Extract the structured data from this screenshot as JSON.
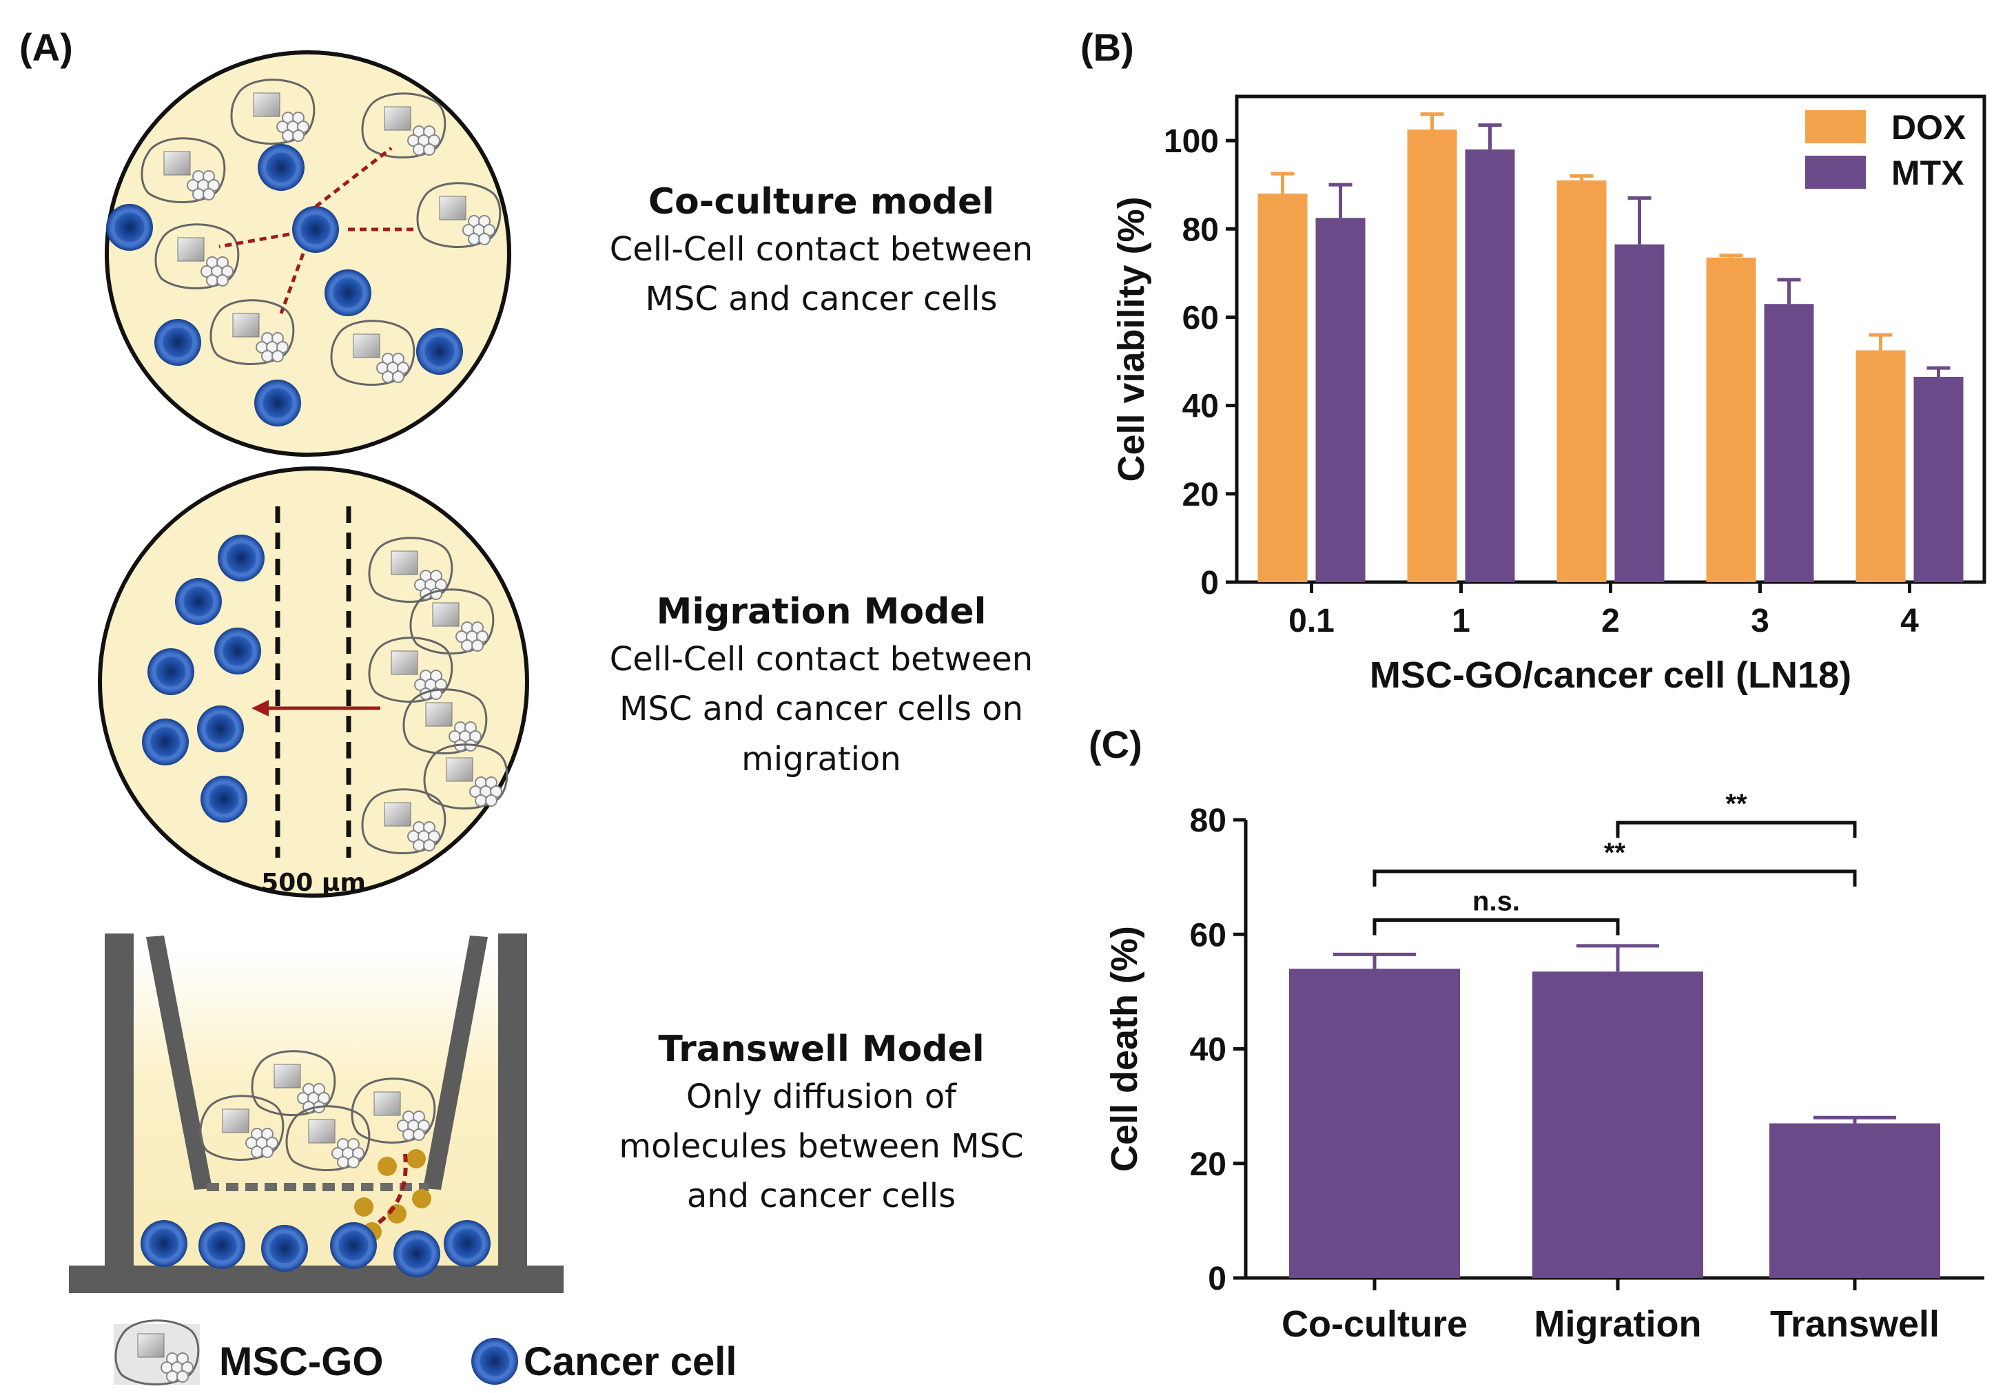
{
  "panel_labels": {
    "a": "(A)",
    "b": "(B)",
    "c": "(C)"
  },
  "models": {
    "coculture": {
      "title": "Co-culture model",
      "lines": [
        "Cell-Cell contact between",
        "MSC and cancer cells"
      ]
    },
    "migration": {
      "title": "Migration Model",
      "lines": [
        "Cell-Cell contact between",
        "MSC and cancer cells on",
        "migration"
      ],
      "scale_label": "500 µm"
    },
    "transwell": {
      "title": "Transwell Model",
      "lines": [
        "Only diffusion of",
        "molecules between MSC",
        "and cancer cells"
      ]
    }
  },
  "legend_bottom": {
    "msc_label": "MSC-GO",
    "cancer_label": "Cancer cell"
  },
  "colors": {
    "dox": "#F4A14C",
    "mtx": "#6B4A8A",
    "dish_fill": "#FBF1C8",
    "cancer_cell": "#1F4FA6",
    "arrow": "#A01C1C",
    "transwell_wall": "#5C5C5C",
    "molecule": "#C8961E"
  },
  "chart_data": [
    {
      "id": "B",
      "type": "bar",
      "xlabel": "MSC-GO/cancer cell (LN18)",
      "ylabel": "Cell viability (%)",
      "ylim": [
        0,
        110
      ],
      "yticks": [
        "0",
        "20",
        "40",
        "60",
        "80",
        "100"
      ],
      "categories": [
        "0.1",
        "1",
        "2",
        "3",
        "4"
      ],
      "legend_position": "top-right",
      "grid": false,
      "series": [
        {
          "name": "DOX",
          "values": [
            88,
            102.5,
            91,
            73.5,
            52.5
          ],
          "errors": [
            4.5,
            3.5,
            1,
            0.5,
            3.5
          ]
        },
        {
          "name": "MTX",
          "values": [
            82.5,
            98,
            76.5,
            63,
            46.5
          ],
          "errors": [
            7.5,
            5.5,
            10.5,
            5.5,
            2
          ]
        }
      ]
    },
    {
      "id": "C",
      "type": "bar",
      "xlabel": "",
      "ylabel": "Cell death (%)",
      "ylim": [
        0,
        80
      ],
      "yticks": [
        "0",
        "20",
        "40",
        "60",
        "80"
      ],
      "categories": [
        "Co-culture",
        "Migration",
        "Transwell"
      ],
      "grid": false,
      "series": [
        {
          "values": [
            54,
            53.5,
            27
          ],
          "errors": [
            2.5,
            4.5,
            1
          ]
        }
      ],
      "significance": [
        {
          "from": 0,
          "to": 1,
          "label": "n.s.",
          "level": 62.5
        },
        {
          "from": 0,
          "to": 2,
          "label": "**",
          "level": 71
        },
        {
          "from": 1,
          "to": 2,
          "label": "**",
          "level": 79.5
        }
      ]
    }
  ]
}
